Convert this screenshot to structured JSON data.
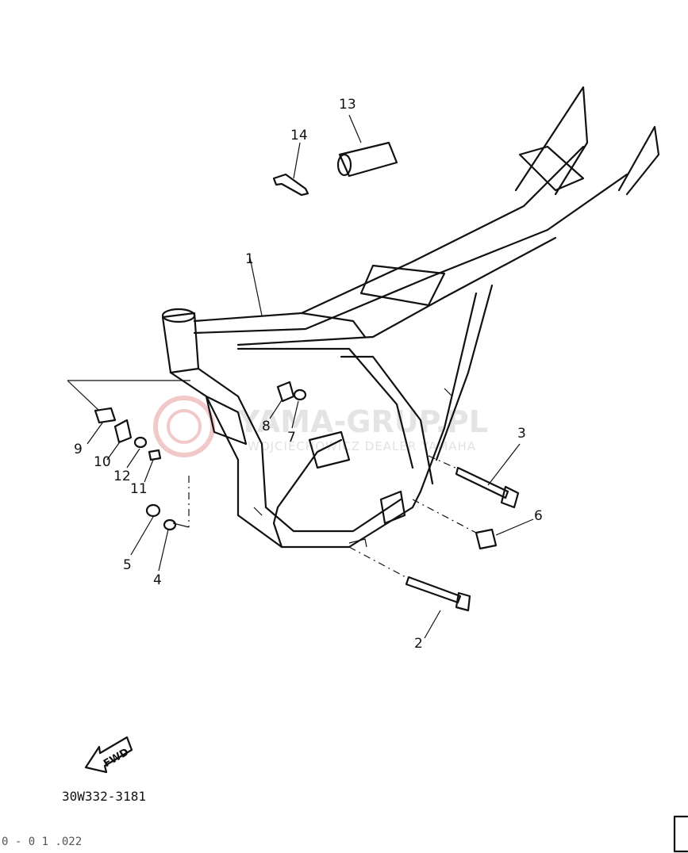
{
  "watermark": {
    "title": "YAMA-GRUP.PL",
    "subtitle": "WOJCIECHOWICZ DEALER YAMAHA"
  },
  "callouts": [
    "1",
    "2",
    "3",
    "4",
    "5",
    "6",
    "7",
    "8",
    "9",
    "10",
    "11",
    "12",
    "13",
    "14"
  ],
  "direction_label": "FWD",
  "diagram_code": "30W332-3181",
  "page_marker": "0 - 0  1 .022"
}
